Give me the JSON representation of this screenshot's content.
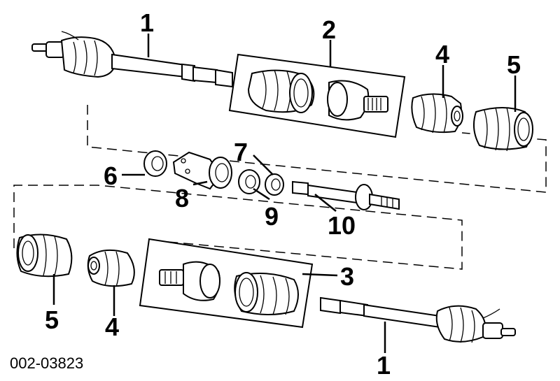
{
  "figure_code": "002-03823",
  "callouts": {
    "shaft_top": "1",
    "kit_top": "2",
    "kit_bottom": "3",
    "boot_small_top": "4",
    "boot_large_top": "5",
    "seal": "6",
    "bearing_small": "7",
    "bracket": "8",
    "bearing": "9",
    "intermediate_shaft": "10",
    "boot_large_bottom": "5",
    "boot_small_bottom": "4",
    "shaft_bottom": "1"
  }
}
